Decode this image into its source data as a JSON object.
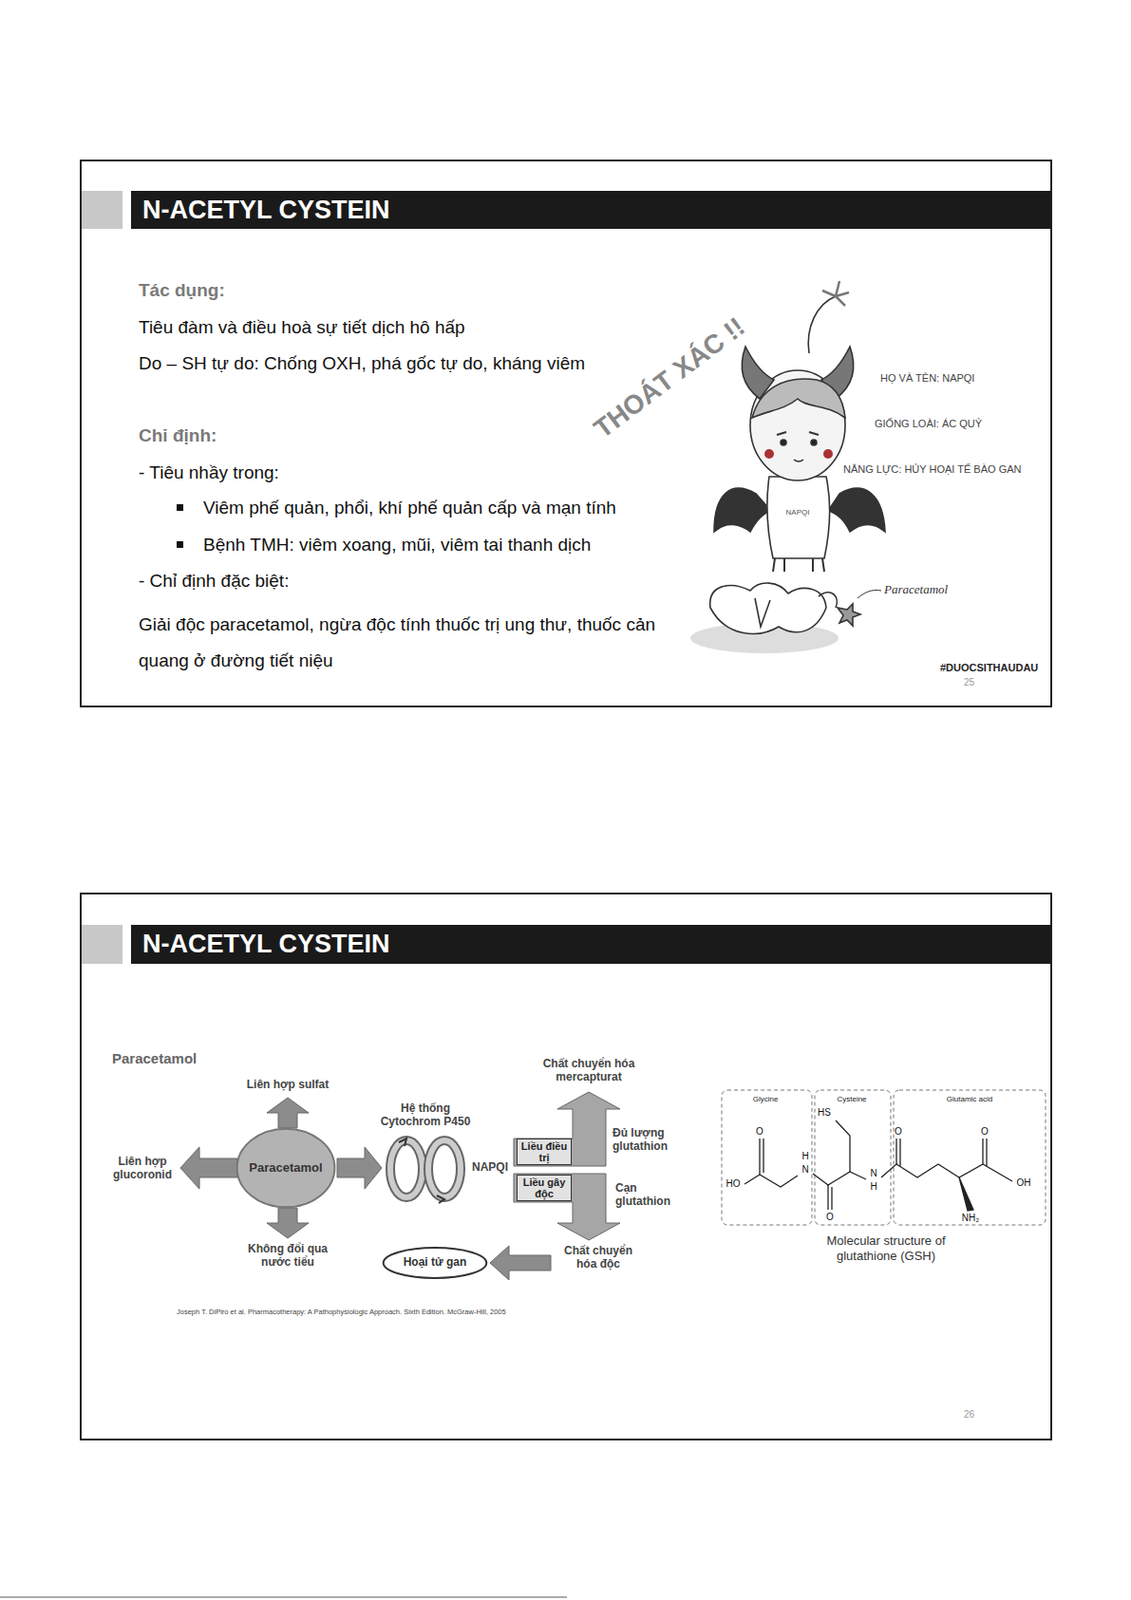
{
  "diagram": {
    "title": "N-ACETYL CYSTEIN",
    "nodes": [
      {
        "text": [
          "Paracetamol"
        ]
      },
      {
        "text": [
          "Liều điều trị"
        ]
      },
      {
        "text": [
          "Liều gây độc"
        ]
      },
      {
        "text": [
          "Hoại tử gan"
        ]
      }
    ],
    "labels": [
      "Tác dụng:",
      "Tiêu đàm và điều hoà sự tiết dịch hô hấp",
      "Do – SH tự do: Chống OXH, phá gốc tự do, kháng viêm",
      "Chỉ định:",
      "- Tiêu nhầy trong:",
      "Viêm phế quản, phổi, khí phế quản cấp và mạn tính",
      "Bệnh TMH: viêm xoang, mũi, viêm tai thanh dịch",
      "-  Chỉ định đặc biệt:",
      "Giải độc paracetamol, ngừa độc tính thuốc trị ung thư, thuốc cản quang ở đường tiết niệu",
      "THOÁT XÁC !!",
      "HỌ VÀ TÊN: NAPQI",
      "GIỐNG LOÀI: ÁC QUỶ",
      "NĂNG LỰC: HỦY HOẠI TẾ BÀO GAN",
      "NAPQI",
      "Paracetamol",
      "#DUOCSITHAUDAU",
      "25",
      "N-ACETYL CYSTEIN",
      "Paracetamol",
      "Liên hợp sulfat",
      "Liên hợp glucoronid",
      "Không đổi qua nước tiểu",
      "Hệ thống Cytochrom P450",
      "NAPQI",
      "Chất chuyển hóa mercapturat",
      "Đủ lượng glutathion",
      "Cạn glutathion",
      "Chất chuyển hóa độc",
      "Joseph T. DiPiro et al. Pharmacotherapy: A Pathophysiologic Approach. Sixth Edition. McGraw-Hill, 2005",
      "Glycine",
      "Cysteine",
      "Glutamic acid",
      "O",
      "HO",
      "H",
      "N",
      "HS",
      "O",
      "N",
      "H",
      "O",
      "O",
      "OH",
      "NH₂",
      "Molecular structure of glutathione (GSH)",
      "26"
    ]
  }
}
